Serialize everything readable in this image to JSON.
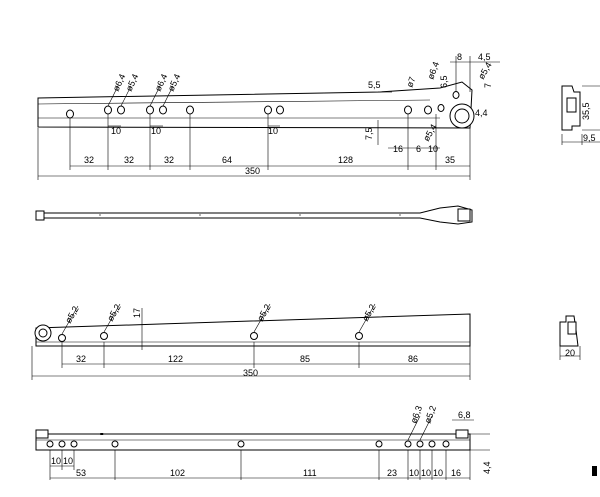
{
  "view1": {
    "dims_bottom": [
      "32",
      "32",
      "32",
      "64",
      "128",
      "35"
    ],
    "total": "350",
    "hole_labels": [
      "ø6,4",
      "ø5,4",
      "ø6,4",
      "ø5,4"
    ],
    "tens": [
      "10",
      "10",
      "10"
    ],
    "right_labels": {
      "d7": "ø7",
      "d64": "ø6,4",
      "d54": "ø5,4",
      "v65": "6,5",
      "v8": "8",
      "v45": "4,5",
      "v7": "7",
      "v44": "4,4",
      "v55": "5,5",
      "v75": "7,5",
      "d54b": "ø5,4",
      "h16": "16",
      "h6": "6",
      "h10": "10"
    }
  },
  "side1": {
    "h": "35,5",
    "w": "9,5"
  },
  "view3": {
    "holes": [
      "ø5,2",
      "ø5,2",
      "ø5,2",
      "ø5,2"
    ],
    "dims": [
      "32",
      "122",
      "85",
      "86"
    ],
    "h17": "17",
    "total": "350"
  },
  "side2": {
    "w": "20"
  },
  "view4": {
    "dims_left": [
      "10",
      "10"
    ],
    "dims_bottom": [
      "53",
      "102",
      "111",
      "23",
      "10",
      "10",
      "10",
      "16"
    ],
    "holes": [
      "ø6,3",
      "ø5,2"
    ],
    "r68": "6,8",
    "r44": "4,4"
  }
}
